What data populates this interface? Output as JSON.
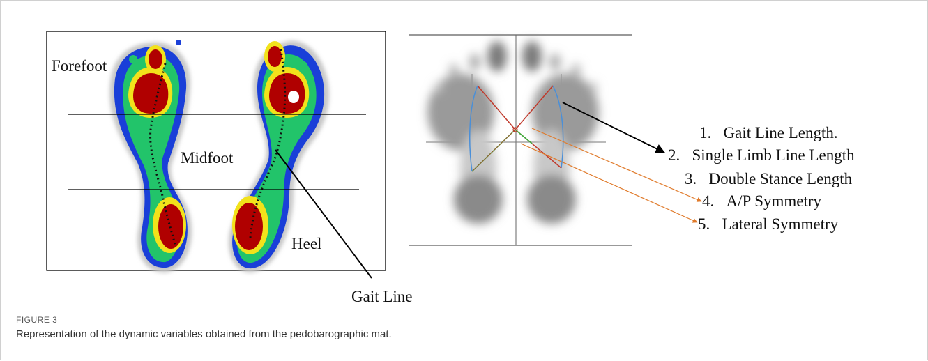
{
  "panel_left": {
    "regions": {
      "forefoot": "Forefoot",
      "midfoot": "Midfoot",
      "heel": "Heel"
    },
    "pointer_label": "Gait Line"
  },
  "panel_right": {
    "variables": [
      {
        "num": "1.",
        "text": "Gait Line Length."
      },
      {
        "num": "2.",
        "text": "Single Limb Line Length"
      },
      {
        "num": "3.",
        "text": "Double Stance Length"
      },
      {
        "num": "4.",
        "text": "A/P Symmetry"
      },
      {
        "num": "5.",
        "text": "Lateral Symmetry"
      }
    ]
  },
  "caption": {
    "label": "FIGURE 3",
    "text": "Representation of the dynamic variables obtained from the pedobarographic mat."
  },
  "colors": {
    "pressure_low": "#1a3fd8",
    "pressure_mid": "#22c46a",
    "pressure_high": "#f2e21b",
    "pressure_max": "#b00000",
    "arrow_black": "#000000",
    "arrow_orange": "#e07a2a"
  }
}
